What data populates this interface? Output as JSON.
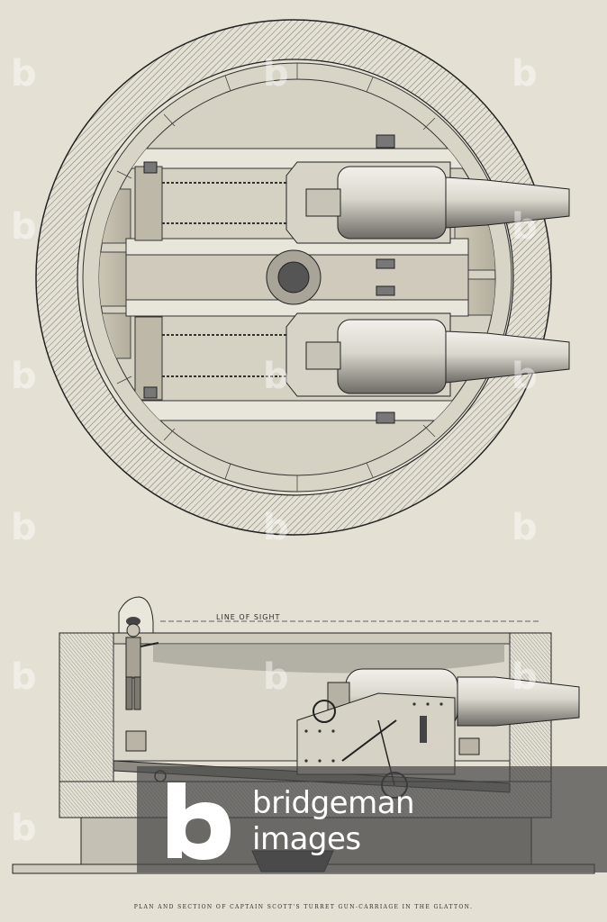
{
  "caption": "PLAN AND SECTION OF CAPTAIN SCOTT'S TURRET GUN-CARRIAGE IN THE GLATTON.",
  "line_of_sight_label": "LINE OF SIGHT",
  "watermark": {
    "brand_line1": "bridgeman",
    "brand_line2": "images",
    "tile_glyph": "b",
    "tile_color": "#ffffff",
    "band_color": "#464646"
  },
  "colors": {
    "paper": "#e4e1d4",
    "ink": "#2a2a2a",
    "metal": "#d0cdc2",
    "metal_shade": "#9c9a92"
  }
}
